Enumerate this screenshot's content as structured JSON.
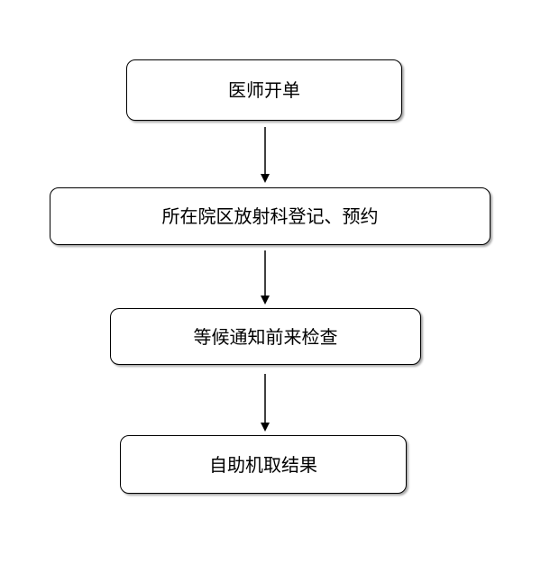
{
  "flowchart": {
    "steps": [
      {
        "label": "医师开单"
      },
      {
        "label": "所在院区放射科登记、预约"
      },
      {
        "label": "等候通知前来检查"
      },
      {
        "label": "自助机取结果"
      }
    ],
    "colors": {
      "border": "#000000",
      "arrow": "#000000",
      "background": "#ffffff"
    }
  }
}
